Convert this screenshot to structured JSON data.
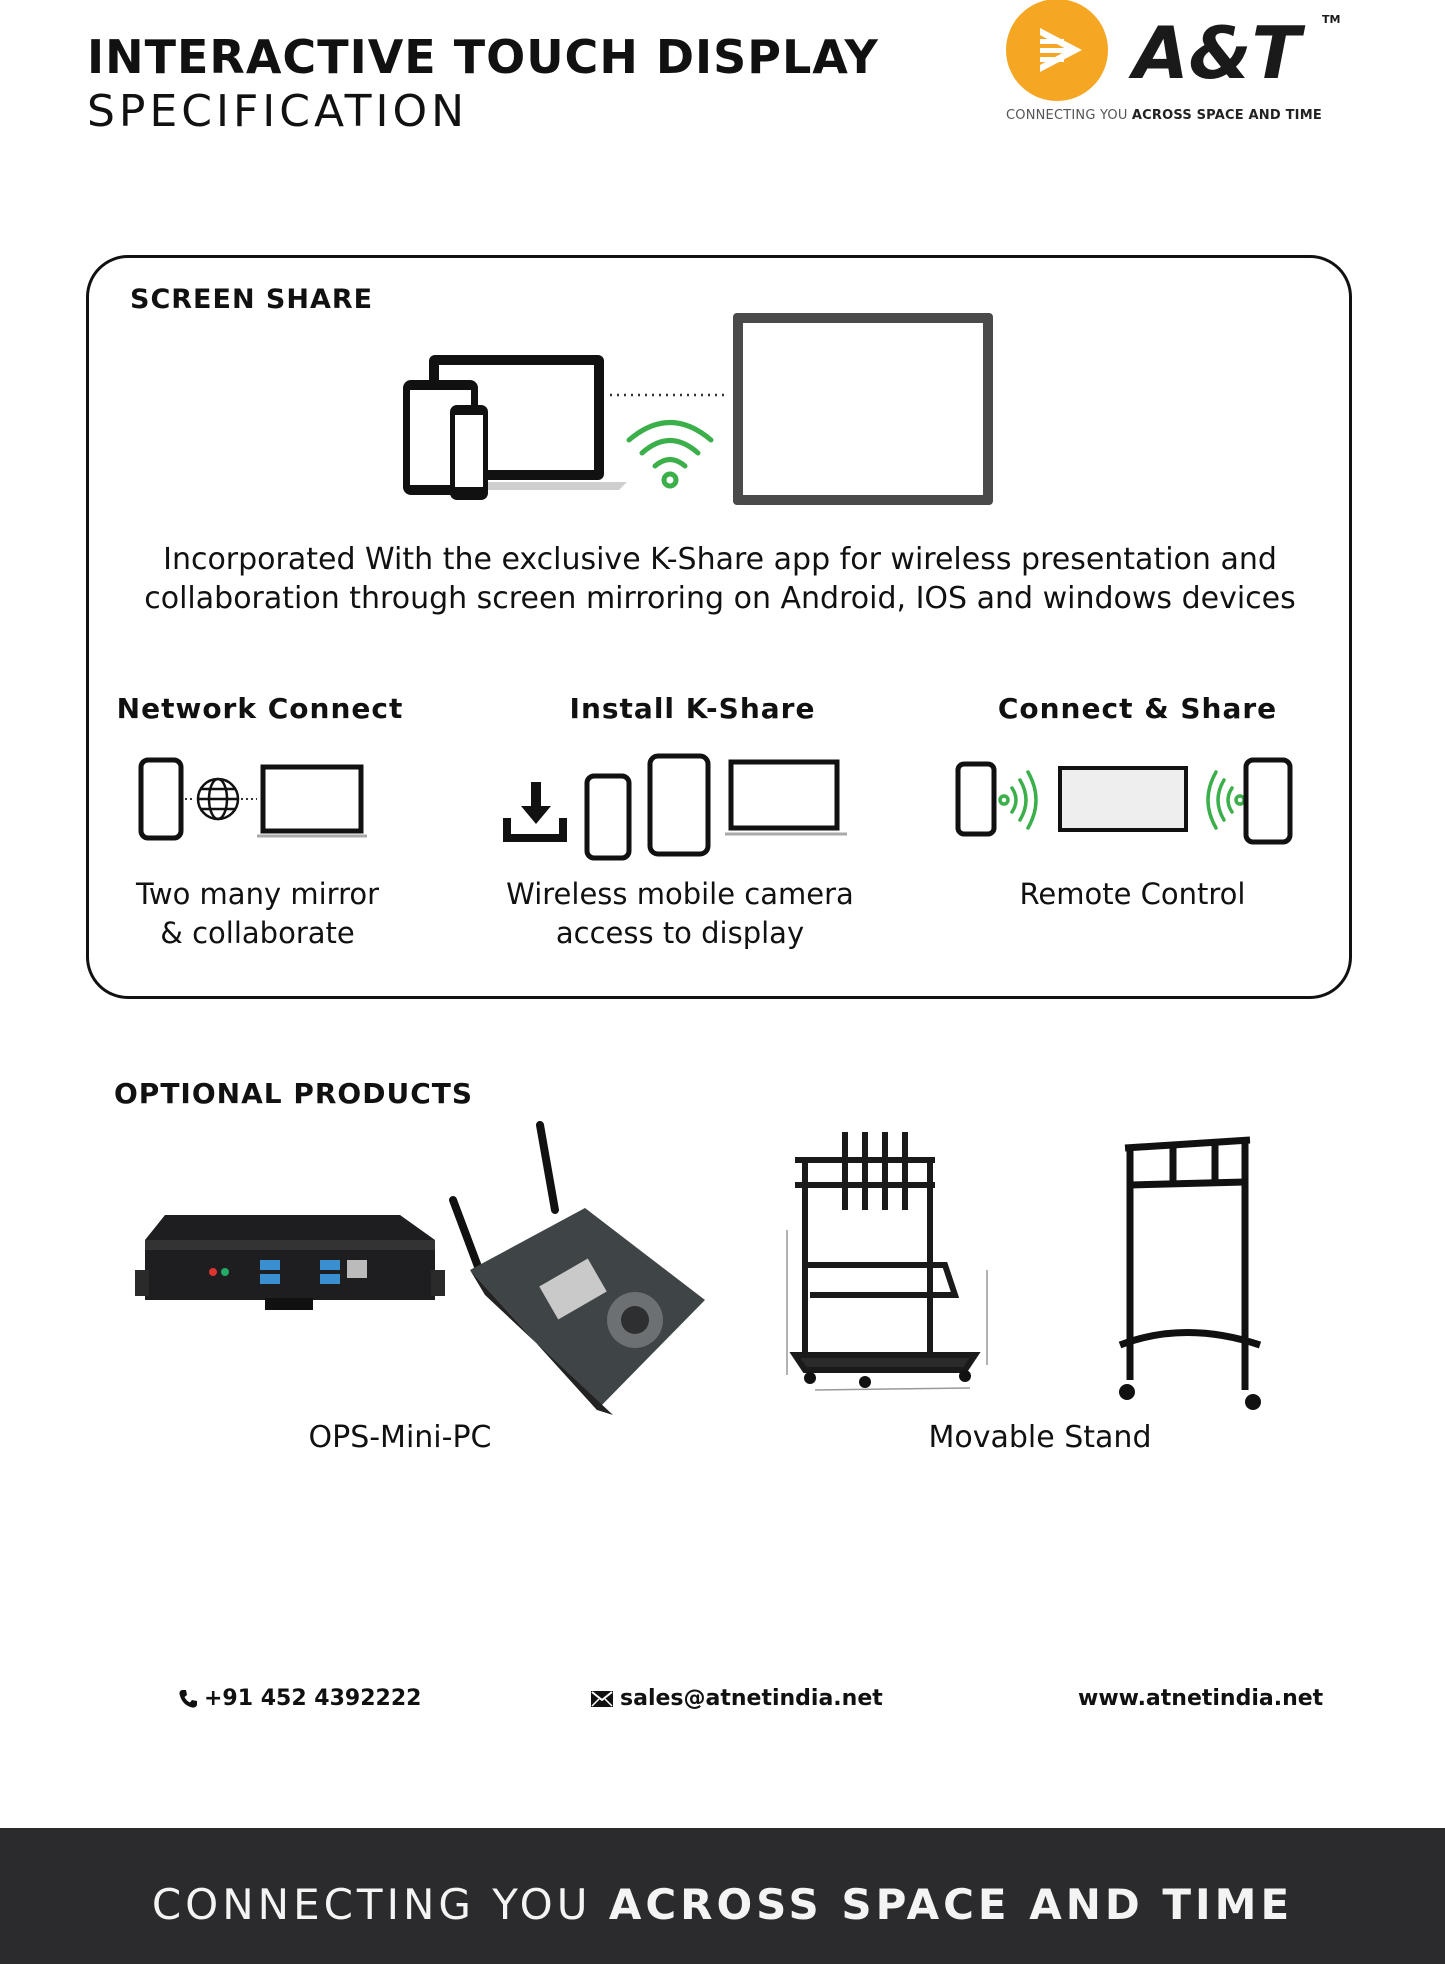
{
  "header": {
    "title_line1": "INTERACTIVE TOUCH DISPLAY",
    "title_line2": "SPECIFICATION"
  },
  "logo": {
    "brand": "A&T",
    "trademark": "TM",
    "tagline_light": "CONNECTING YOU",
    "tagline_bold": "ACROSS SPACE AND TIME",
    "accent_color": "#F5A623",
    "icon": "play-arrow-logo-icon"
  },
  "screen_share": {
    "title": "SCREEN SHARE",
    "description_line1": "Incorporated With the exclusive K-Share app for wireless presentation and",
    "description_line2": "collaboration through screen mirroring on Android, IOS and windows devices",
    "wifi_color": "#3BAF4A",
    "steps": [
      {
        "title": "Network Connect",
        "desc_line1": "Two many mirror",
        "desc_line2": "& collaborate",
        "icon": "phone-globe-laptop-icon"
      },
      {
        "title": "Install K-Share",
        "desc_line1": "Wireless mobile camera",
        "desc_line2": "access to display",
        "icon": "download-devices-icon"
      },
      {
        "title": "Connect & Share",
        "desc_line1": "Remote Control",
        "desc_line2": "",
        "icon": "wireless-cast-icon"
      }
    ]
  },
  "optional_products": {
    "title": "OPTIONAL PRODUCTS",
    "items": [
      {
        "label": "OPS-Mini-PC",
        "icon": "mini-pc-image"
      },
      {
        "label": "Movable Stand",
        "icon": "movable-stand-image"
      }
    ]
  },
  "contact": {
    "phone": "+91 452 4392222",
    "email": "sales@atnetindia.net",
    "website": "www.atnetindia.net"
  },
  "footer": {
    "light": "CONNECTING YOU",
    "bold": "ACROSS SPACE AND TIME"
  }
}
